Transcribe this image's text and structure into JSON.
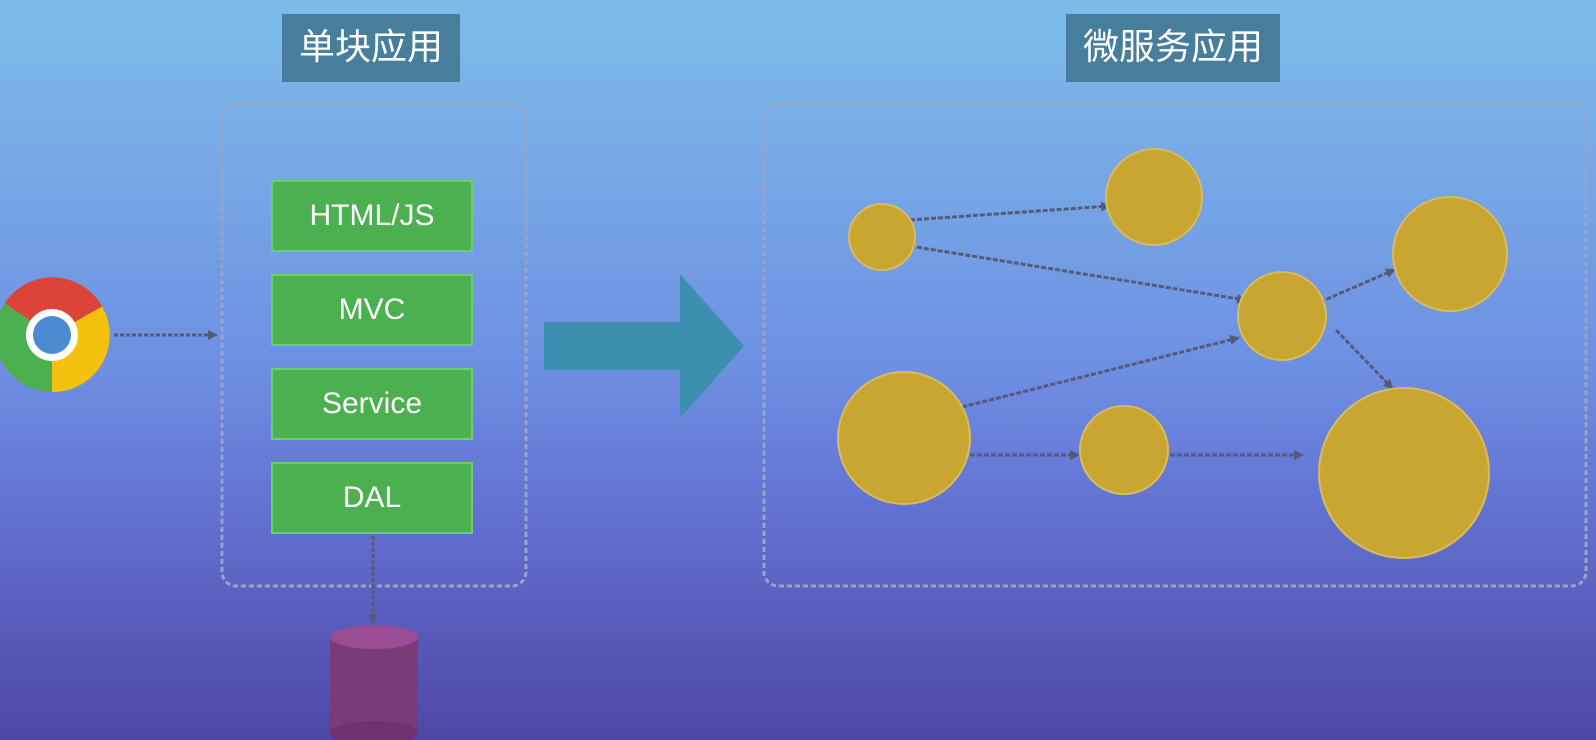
{
  "titles": {
    "monolith": "单块应用",
    "microservices": "微服务应用"
  },
  "monolith": {
    "layers": [
      "HTML/JS",
      "MVC",
      "Service",
      "DAL"
    ]
  },
  "icons": {
    "browser": "chrome-browser-icon",
    "database": "database-cylinder-icon",
    "transition": "right-arrow-icon"
  },
  "colors": {
    "layer_fill": "#4caf50",
    "service_node": "#c9a632",
    "title_bg": "#467e9b",
    "database": "#7b3b78",
    "transition_arrow": "#3d8fb0"
  }
}
